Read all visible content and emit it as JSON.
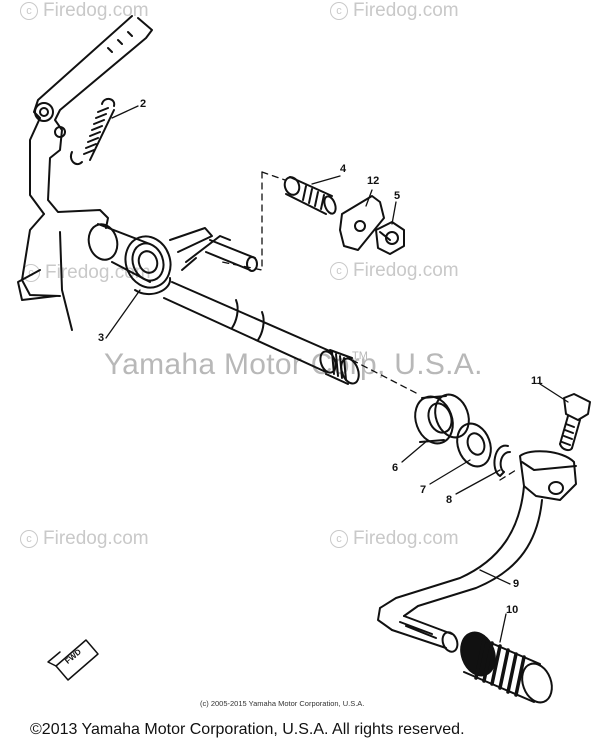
{
  "watermarks": {
    "brand": "Firedog.com",
    "brand_small": "Firedog.com",
    "overlay": "Yamaha Motor Corp, U.S.A.",
    "tm": "TM"
  },
  "callouts": [
    "2",
    "3",
    "4",
    "12",
    "5",
    "11",
    "6",
    "7",
    "8",
    "9",
    "10"
  ],
  "small_copyright": "(c) 2005-2015 Yamaha Motor Corporation, U.S.A.",
  "footer_copyright": "©2013 Yamaha Motor Corporation, U.S.A. All rights reserved.",
  "fwd_label": "FWD",
  "colors": {
    "line": "#111111",
    "watermark": "#c9c9c9",
    "background": "#ffffff"
  }
}
